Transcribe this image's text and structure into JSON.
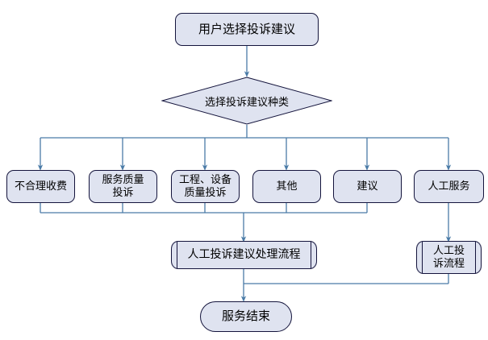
{
  "diagram": {
    "type": "flowchart",
    "orientation": "top-down",
    "theme": {
      "node_fill": "#dfe3f0",
      "node_border": "#14143c",
      "connector": "#4a7ba7",
      "background": "#ffffff",
      "text": "#000000"
    },
    "nodes": {
      "start": {
        "label": "用户选择投诉建议",
        "shape": "rounded-rectangle",
        "font_size": 15
      },
      "decision": {
        "label": "选择投诉建议种类",
        "shape": "diamond",
        "font_size": 13
      },
      "options": [
        {
          "label": "不合理收费",
          "shape": "rounded-rectangle",
          "font_size": 13
        },
        {
          "label": "服务质量\n投诉",
          "shape": "rounded-rectangle",
          "font_size": 13
        },
        {
          "label": "工程、设备\n质量投诉",
          "shape": "rounded-rectangle",
          "font_size": 13
        },
        {
          "label": "其他",
          "shape": "rounded-rectangle",
          "font_size": 13
        },
        {
          "label": "建议",
          "shape": "rounded-rectangle",
          "font_size": 13
        },
        {
          "label": "人工服务",
          "shape": "rounded-rectangle",
          "font_size": 13
        }
      ],
      "manual_process": {
        "label": "人工投诉建议处理流程",
        "shape": "predefined-process",
        "font_size": 14
      },
      "manual_complaint": {
        "label": "人工投\n诉流程",
        "shape": "predefined-process",
        "font_size": 13
      },
      "end": {
        "label": "服务结束",
        "shape": "stadium",
        "font_size": 15
      }
    }
  }
}
